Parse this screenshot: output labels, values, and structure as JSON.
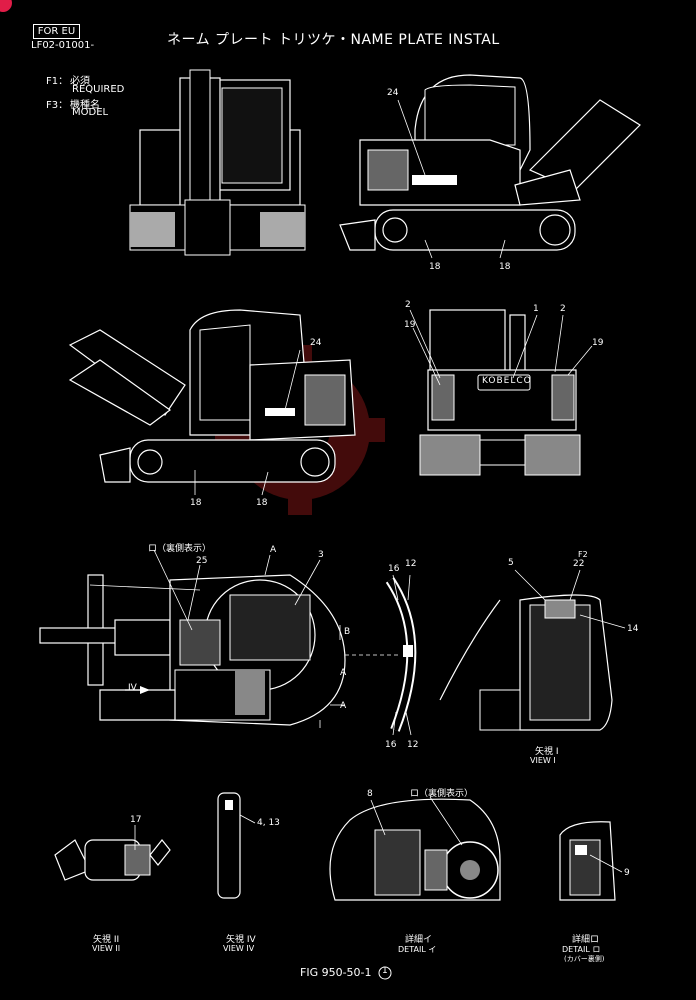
{
  "header": {
    "region_badge": "FOR EU",
    "serial": "LF02-01001-",
    "title": "ネーム プレート トリツケ・NAME PLATE INSTAL"
  },
  "legend": {
    "f1_code": "F1：",
    "f1_jp": "必須",
    "f1_en": "REQUIRED",
    "f3_code": "F3：",
    "f3_jp": "機種名",
    "f3_en": "MODEL"
  },
  "callouts": {
    "c24a": "24",
    "c18a": "18",
    "c18b": "18",
    "c24b": "24",
    "c18c": "18",
    "c18d": "18",
    "c2a": "2",
    "c1": "1",
    "c2b": "2",
    "c19a": "19",
    "c19b": "19",
    "c25": "25",
    "cA_top": "A",
    "c3": "3",
    "cB": "B",
    "cA1": "A",
    "cA2": "A",
    "cIV": "IV",
    "c16a": "16",
    "c12a": "12",
    "c16b": "16",
    "c12b": "12",
    "c5": "5",
    "cF2": "F2",
    "c22": "22",
    "c14": "14",
    "c17": "17",
    "c4_13": "4, 13",
    "c8": "8",
    "c9": "9"
  },
  "brand_plate": "KOBELCO",
  "views": {
    "view1_jp": "矢視 I",
    "view1_en": "VIEW I",
    "view2_jp": "矢視 II",
    "view2_en": "VIEW II",
    "view4_jp": "矢視 IV",
    "view4_en": "VIEW IV",
    "detail_i_jp": "詳細イ",
    "detail_i_en": "DETAIL イ",
    "detail_ro_jp": "詳細ロ",
    "detail_ro_en": "DETAIL ロ",
    "detail_ro_note": "(カバー裏側)",
    "ro_label": "ロ（裏側表示）"
  },
  "footer": {
    "fig": "FIG 950-50-1",
    "sheet": "1"
  },
  "colors": {
    "background": "#000000",
    "ink": "#ffffff",
    "watermark": "#8b1a1a",
    "corner_badge": "#e11d48"
  }
}
